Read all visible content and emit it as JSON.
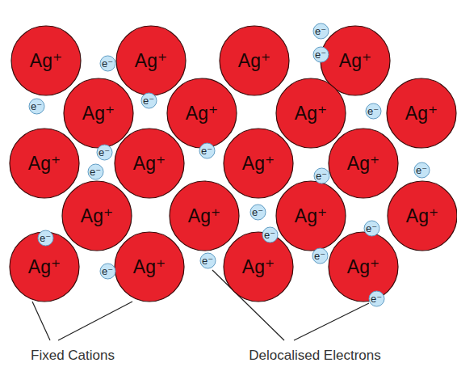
{
  "diagram": {
    "nodes": [
      {
        "text": [
          "Ag⁺"
        ]
      },
      {
        "text": [
          "Ag⁺"
        ]
      },
      {
        "text": [
          "Ag⁺"
        ]
      },
      {
        "text": [
          "Ag⁺"
        ]
      },
      {
        "text": [
          "Ag⁺"
        ]
      },
      {
        "text": [
          "Ag⁺"
        ]
      },
      {
        "text": [
          "Ag⁺"
        ]
      },
      {
        "text": [
          "Ag⁺"
        ]
      },
      {
        "text": [
          "Ag⁺"
        ]
      },
      {
        "text": [
          "Ag⁺"
        ]
      },
      {
        "text": [
          "Ag⁺"
        ]
      },
      {
        "text": [
          "Ag⁺"
        ]
      },
      {
        "text": [
          "Ag⁺"
        ]
      },
      {
        "text": [
          "Ag⁺"
        ]
      },
      {
        "text": [
          "Ag⁺"
        ]
      },
      {
        "text": [
          "Ag⁺"
        ]
      },
      {
        "text": [
          "Ag⁺"
        ]
      },
      {
        "text": [
          "Ag⁺"
        ]
      },
      {
        "text": [
          "Ag⁺"
        ]
      },
      {
        "text": [
          "Ag⁺"
        ]
      },
      {
        "text": [
          "e⁻"
        ]
      },
      {
        "text": [
          "e⁻"
        ]
      },
      {
        "text": [
          "e⁻"
        ]
      },
      {
        "text": [
          "e⁻"
        ]
      },
      {
        "text": [
          "e⁻"
        ]
      },
      {
        "text": [
          "e⁻"
        ]
      },
      {
        "text": [
          "e⁻"
        ]
      },
      {
        "text": [
          "e⁻"
        ]
      },
      {
        "text": [
          "e⁻"
        ]
      },
      {
        "text": [
          "e⁻"
        ]
      },
      {
        "text": [
          "e⁻"
        ]
      },
      {
        "text": [
          "e⁻"
        ]
      },
      {
        "text": [
          "e⁻"
        ]
      },
      {
        "text": [
          "e⁻"
        ]
      },
      {
        "text": [
          "e⁻"
        ]
      },
      {
        "text": [
          "e⁻"
        ]
      },
      {
        "text": [
          "e⁻"
        ]
      },
      {
        "text": [
          "e⁻"
        ]
      },
      {
        "text": [
          "e⁻"
        ]
      }
    ],
    "labels": [
      "Fixed Cations",
      "Delocalised Electrons"
    ]
  }
}
